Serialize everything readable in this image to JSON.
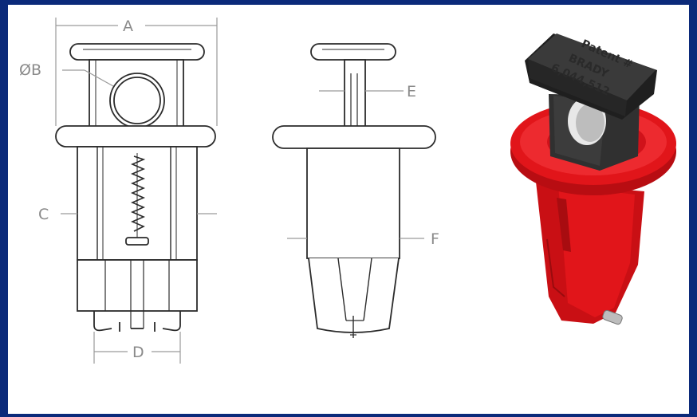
{
  "dimension_labels": {
    "a": "A",
    "b": "ØB",
    "c": "C",
    "d": "D",
    "e": "E",
    "f": "F"
  },
  "embossed_text": {
    "line1": "Patent #",
    "line2": "BRADY",
    "line3": "6,044,512"
  },
  "colors": {
    "background_border": "#0b2a7a",
    "panel": "#ffffff",
    "drawing_line": "#2b2b2b",
    "dimension_line": "#9a9a9a",
    "body_red": "#e1151a",
    "cap_black": "#2e2e2e"
  }
}
